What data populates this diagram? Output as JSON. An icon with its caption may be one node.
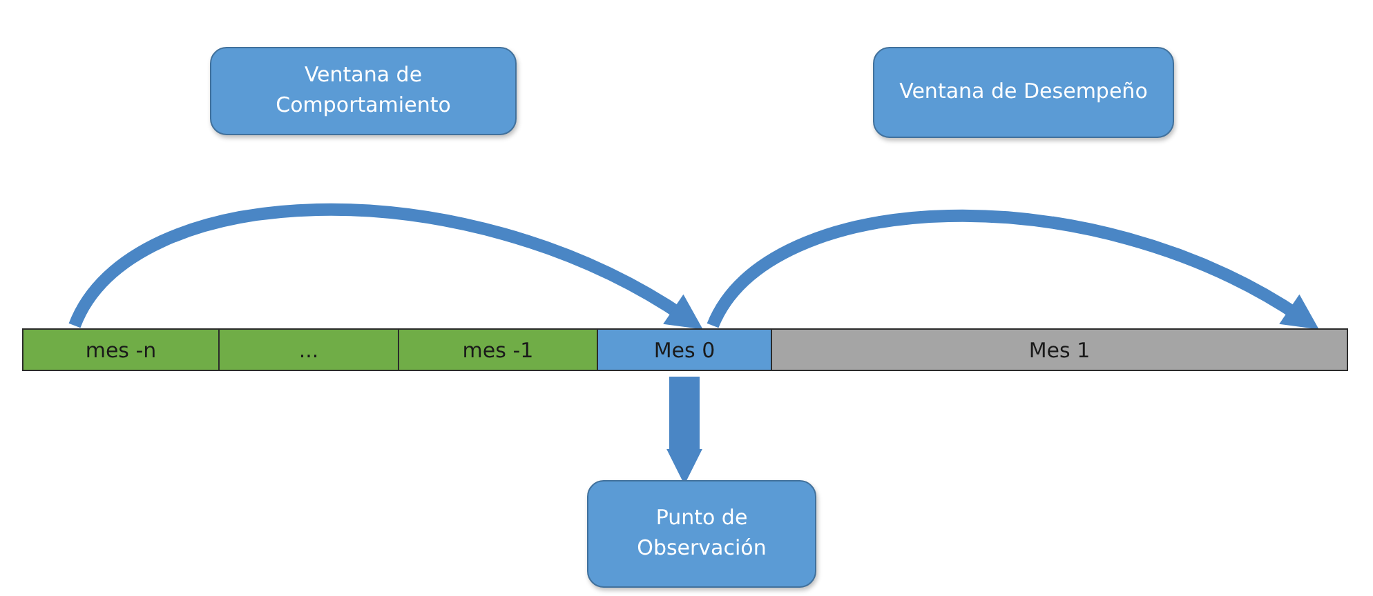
{
  "diagram": {
    "nodes": [
      {
        "text": [
          "Ventana de Comportamiento"
        ]
      },
      {
        "text": [
          "Ventana de Desempeño"
        ]
      },
      {
        "text": [
          "mes -n"
        ]
      },
      {
        "text": [
          "..."
        ]
      },
      {
        "text": [
          "mes -1"
        ]
      },
      {
        "text": [
          "Mes 0"
        ]
      },
      {
        "text": [
          "Mes 1"
        ]
      },
      {
        "text": [
          "Punto de Observación"
        ]
      }
    ],
    "edges": [
      {
        "from": 2,
        "to": 5,
        "arrow": "to"
      },
      {
        "from": 5,
        "to": 6,
        "arrow": "to"
      },
      {
        "from": 5,
        "to": 7,
        "arrow": "to",
        "style": "thick"
      }
    ]
  }
}
